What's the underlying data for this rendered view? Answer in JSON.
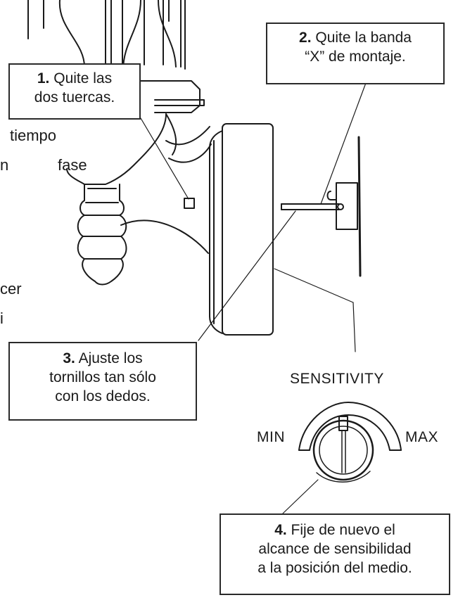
{
  "background_text": {
    "fragment_1": "tiempo",
    "fragment_2": "n",
    "fragment_3": "fase",
    "fragment_4": "cer",
    "fragment_5": "i"
  },
  "steps": [
    {
      "number": "1.",
      "line1": "Quite las",
      "line2": "dos tuercas.",
      "line3": ""
    },
    {
      "number": "2.",
      "line1": "Quite la banda",
      "line2": "“X” de montaje.",
      "line3": ""
    },
    {
      "number": "3.",
      "line1": "Ajuste los",
      "line2": "tornillos tan sólo",
      "line3": "con los dedos."
    },
    {
      "number": "4.",
      "line1": "Fije de nuevo el",
      "line2": "alcance de sensibilidad",
      "line3": "a la posición del medio."
    }
  ],
  "dial": {
    "title": "SENSITIVITY",
    "min_label": "MIN",
    "max_label": "MAX"
  },
  "colors": {
    "ink": "#1a1a1a",
    "paper": "#ffffff"
  }
}
